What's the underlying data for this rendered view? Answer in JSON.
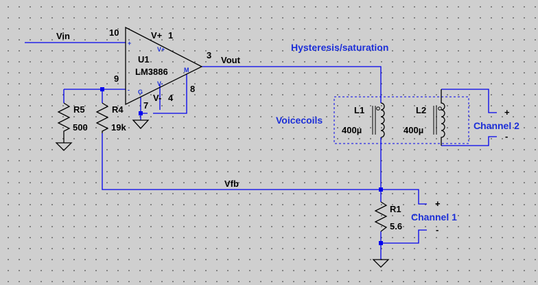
{
  "nets": {
    "vin": "Vin",
    "vout": "Vout",
    "vfb": "Vfb"
  },
  "opamp": {
    "name": "U1",
    "model": "LM3886",
    "pin_in_plus": "10",
    "pin_v_plus": "1",
    "pin_out": "3",
    "pin_in_minus": "9",
    "pin_gnd": "7",
    "pin_v_minus": "4",
    "pin_mute": "8",
    "label_v_plus": "V+",
    "label_v_minus": "V-",
    "glyph_plus": "+",
    "glyph_minus": "-",
    "glyph_g": "G",
    "glyph_m": "M",
    "glyph_vplus": "V+",
    "glyph_vminus": "V-"
  },
  "resistors": {
    "r5": {
      "name": "R5",
      "value": "500"
    },
    "r4": {
      "name": "R4",
      "value": "19k"
    },
    "r1": {
      "name": "R1",
      "value": "5.6"
    }
  },
  "inductors": {
    "l1": {
      "name": "L1",
      "value": "400µ"
    },
    "l2": {
      "name": "L2",
      "value": "400µ"
    }
  },
  "annotations": {
    "hysteresis": "Hysteresis/saturation",
    "voicecoils": "Voicecoils",
    "channel1": "Channel 1",
    "channel2": "Channel 2",
    "plus": "+",
    "minus": "-"
  },
  "colors": {
    "background": "#cfcfcf",
    "wire": "#0000ee",
    "label_blue": "#1c2fd8",
    "component": "#000000"
  }
}
